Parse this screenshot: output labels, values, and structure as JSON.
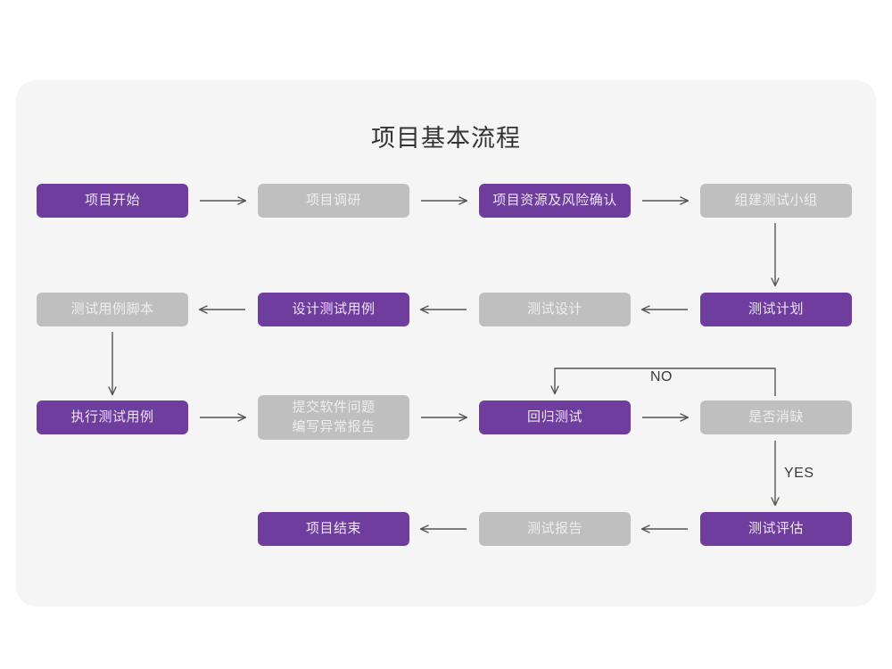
{
  "page": {
    "title": "项目基本流程",
    "background_color": "#ffffff",
    "card_color": "#f5f5f5",
    "accent_purple": "#6e3d9e",
    "muted_gray": "#bfbfbf",
    "arrow_color": "#555555"
  },
  "chart_data": {
    "type": "diagram",
    "title": "项目基本流程",
    "nodes": [
      {
        "id": "n1",
        "label": "项目开始",
        "style": "purple",
        "row": 1,
        "col": 1
      },
      {
        "id": "n2",
        "label": "项目调研",
        "style": "gray",
        "row": 1,
        "col": 2
      },
      {
        "id": "n3",
        "label": "项目资源及风险确认",
        "style": "purple",
        "row": 1,
        "col": 3
      },
      {
        "id": "n4",
        "label": "组建测试小组",
        "style": "gray",
        "row": 1,
        "col": 4
      },
      {
        "id": "n5",
        "label": "测试用例脚本",
        "style": "gray",
        "row": 2,
        "col": 1
      },
      {
        "id": "n6",
        "label": "设计测试用例",
        "style": "purple",
        "row": 2,
        "col": 2
      },
      {
        "id": "n7",
        "label": "测试设计",
        "style": "gray",
        "row": 2,
        "col": 3
      },
      {
        "id": "n8",
        "label": "测试计划",
        "style": "purple",
        "row": 2,
        "col": 4
      },
      {
        "id": "n9",
        "label": "执行测试用例",
        "style": "purple",
        "row": 3,
        "col": 1
      },
      {
        "id": "n10",
        "label": "提交软件问题\n编写异常报告",
        "style": "gray",
        "row": 3,
        "col": 2
      },
      {
        "id": "n11",
        "label": "回归测试",
        "style": "purple",
        "row": 3,
        "col": 3
      },
      {
        "id": "n12",
        "label": "是否消缺",
        "style": "gray",
        "row": 3,
        "col": 4
      },
      {
        "id": "n13",
        "label": "项目结束",
        "style": "purple",
        "row": 4,
        "col": 2
      },
      {
        "id": "n14",
        "label": "测试报告",
        "style": "gray",
        "row": 4,
        "col": 3
      },
      {
        "id": "n15",
        "label": "测试评估",
        "style": "purple",
        "row": 4,
        "col": 4
      }
    ],
    "edges": [
      {
        "from": "n1",
        "to": "n2",
        "dir": "right",
        "label": ""
      },
      {
        "from": "n2",
        "to": "n3",
        "dir": "right",
        "label": ""
      },
      {
        "from": "n3",
        "to": "n4",
        "dir": "right",
        "label": ""
      },
      {
        "from": "n4",
        "to": "n8",
        "dir": "down",
        "label": ""
      },
      {
        "from": "n8",
        "to": "n7",
        "dir": "left",
        "label": ""
      },
      {
        "from": "n7",
        "to": "n6",
        "dir": "left",
        "label": ""
      },
      {
        "from": "n6",
        "to": "n5",
        "dir": "left",
        "label": ""
      },
      {
        "from": "n5",
        "to": "n9",
        "dir": "down",
        "label": ""
      },
      {
        "from": "n9",
        "to": "n10",
        "dir": "right",
        "label": ""
      },
      {
        "from": "n10",
        "to": "n11",
        "dir": "right",
        "label": ""
      },
      {
        "from": "n11",
        "to": "n12",
        "dir": "right",
        "label": ""
      },
      {
        "from": "n12",
        "to": "n11",
        "dir": "loop-up-left",
        "label": "NO"
      },
      {
        "from": "n12",
        "to": "n15",
        "dir": "down",
        "label": "YES"
      },
      {
        "from": "n15",
        "to": "n14",
        "dir": "left",
        "label": ""
      },
      {
        "from": "n14",
        "to": "n13",
        "dir": "left",
        "label": ""
      }
    ],
    "labels": {
      "no": "NO",
      "yes": "YES"
    }
  }
}
